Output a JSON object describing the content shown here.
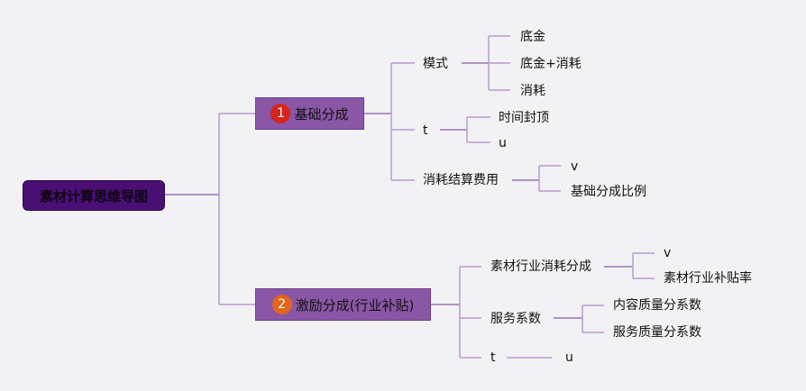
{
  "root": {
    "label": "素材计算思维导图"
  },
  "branch1": {
    "badge": "1",
    "badge_color": "#d8241a",
    "label": "基础分成",
    "mode": {
      "label": "模式",
      "children": [
        "底金",
        "底金+消耗",
        "消耗"
      ]
    },
    "t": {
      "label": "t",
      "children": [
        "时间封顶",
        "u"
      ]
    },
    "settlement": {
      "label": "消耗结算费用",
      "children": [
        "v",
        "基础分成比例"
      ]
    }
  },
  "branch2": {
    "badge": "2",
    "badge_color": "#e2651a",
    "label": "激励分成(行业补贴)",
    "industry": {
      "label": "素材行业消耗分成",
      "children": [
        "v",
        "素材行业补贴率"
      ]
    },
    "service": {
      "label": "服务系数",
      "children": [
        "内容质量分系数",
        "服务质量分系数"
      ]
    },
    "t": {
      "label": "t",
      "children": [
        "u"
      ]
    }
  },
  "colors": {
    "connector": "#b89ccc",
    "connector_dark": "#9a74b4"
  }
}
